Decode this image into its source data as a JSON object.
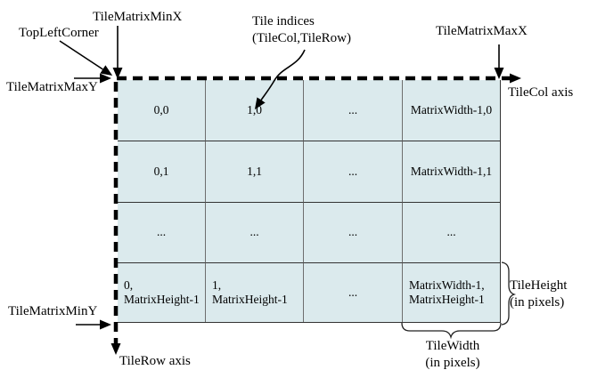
{
  "diagram": {
    "title_hint": "Tile matrix schema",
    "labels": {
      "top_left_corner": "TopLeftCorner",
      "tile_matrix_min_x": "TileMatrixMinX",
      "tile_indices": "Tile indices\n(TileCol,TileRow)",
      "tile_matrix_max_x": "TileMatrixMaxX",
      "tile_col_axis": "TileCol axis",
      "tile_matrix_max_y": "TileMatrixMaxY",
      "tile_matrix_min_y": "TileMatrixMinY",
      "tile_row_axis": "TileRow axis",
      "tile_height": "TileHeight\n(in pixels)",
      "tile_width": "TileWidth\n(in pixels)"
    },
    "grid": {
      "rows": [
        [
          "0,0",
          "1,0",
          "...",
          "MatrixWidth-1,0"
        ],
        [
          "0,1",
          "1,1",
          "...",
          "MatrixWidth-1,1"
        ],
        [
          "...",
          "...",
          "...",
          "..."
        ],
        [
          "0,\nMatrixHeight-1",
          "1,\nMatrixHeight-1",
          "...",
          "MatrixWidth-1,\nMatrixHeight-1"
        ]
      ]
    },
    "colors": {
      "tile_fill": "#dbeaed",
      "line": "#000000"
    }
  }
}
